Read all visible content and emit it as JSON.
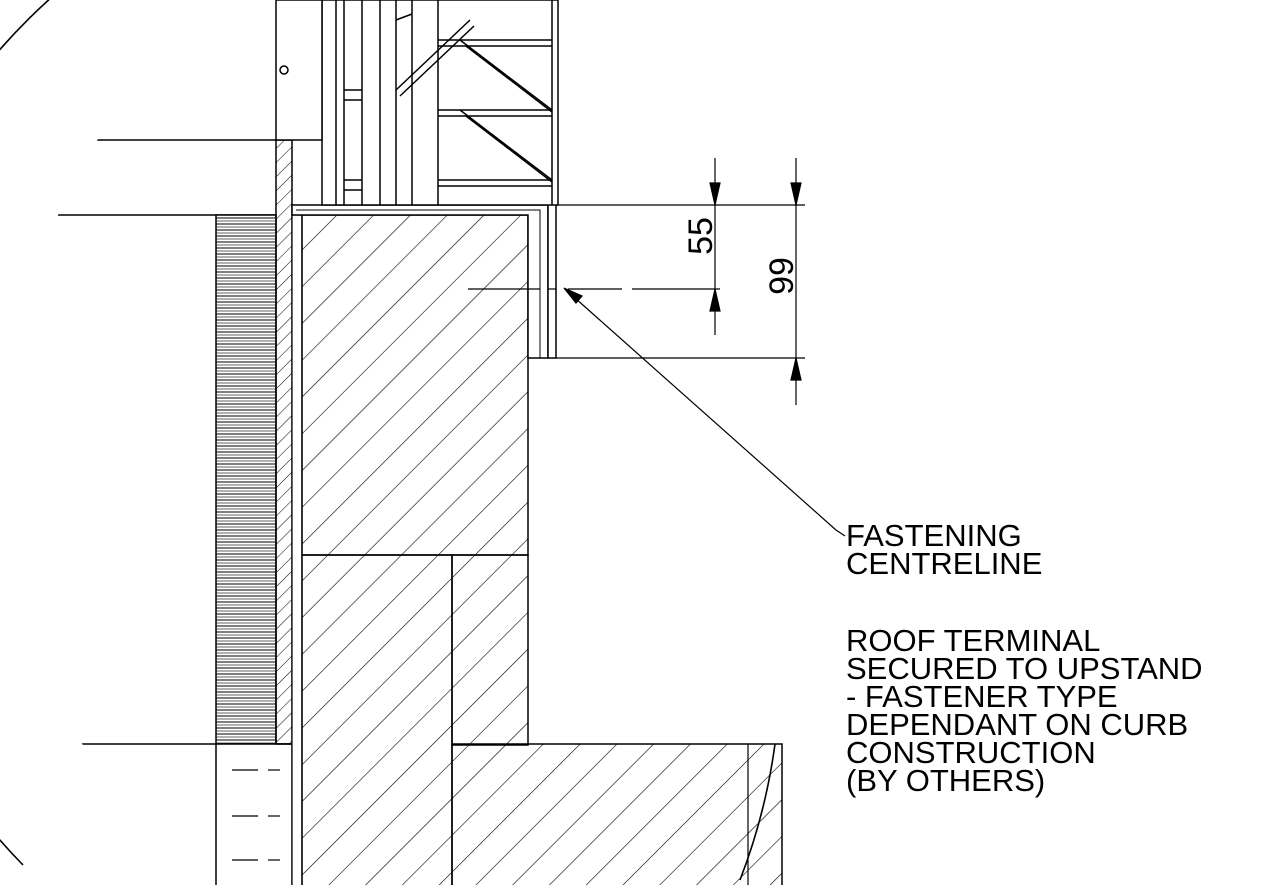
{
  "dimensions": {
    "upper": "55",
    "overall": "99"
  },
  "annotations": {
    "fastening": [
      "FASTENING",
      "CENTRELINE"
    ],
    "roof_terminal": [
      "ROOF TERMINAL",
      "SECURED TO UPSTAND",
      "- FASTENER TYPE",
      "DEPENDANT ON CURB",
      "CONSTRUCTION",
      "(BY OTHERS)"
    ]
  }
}
